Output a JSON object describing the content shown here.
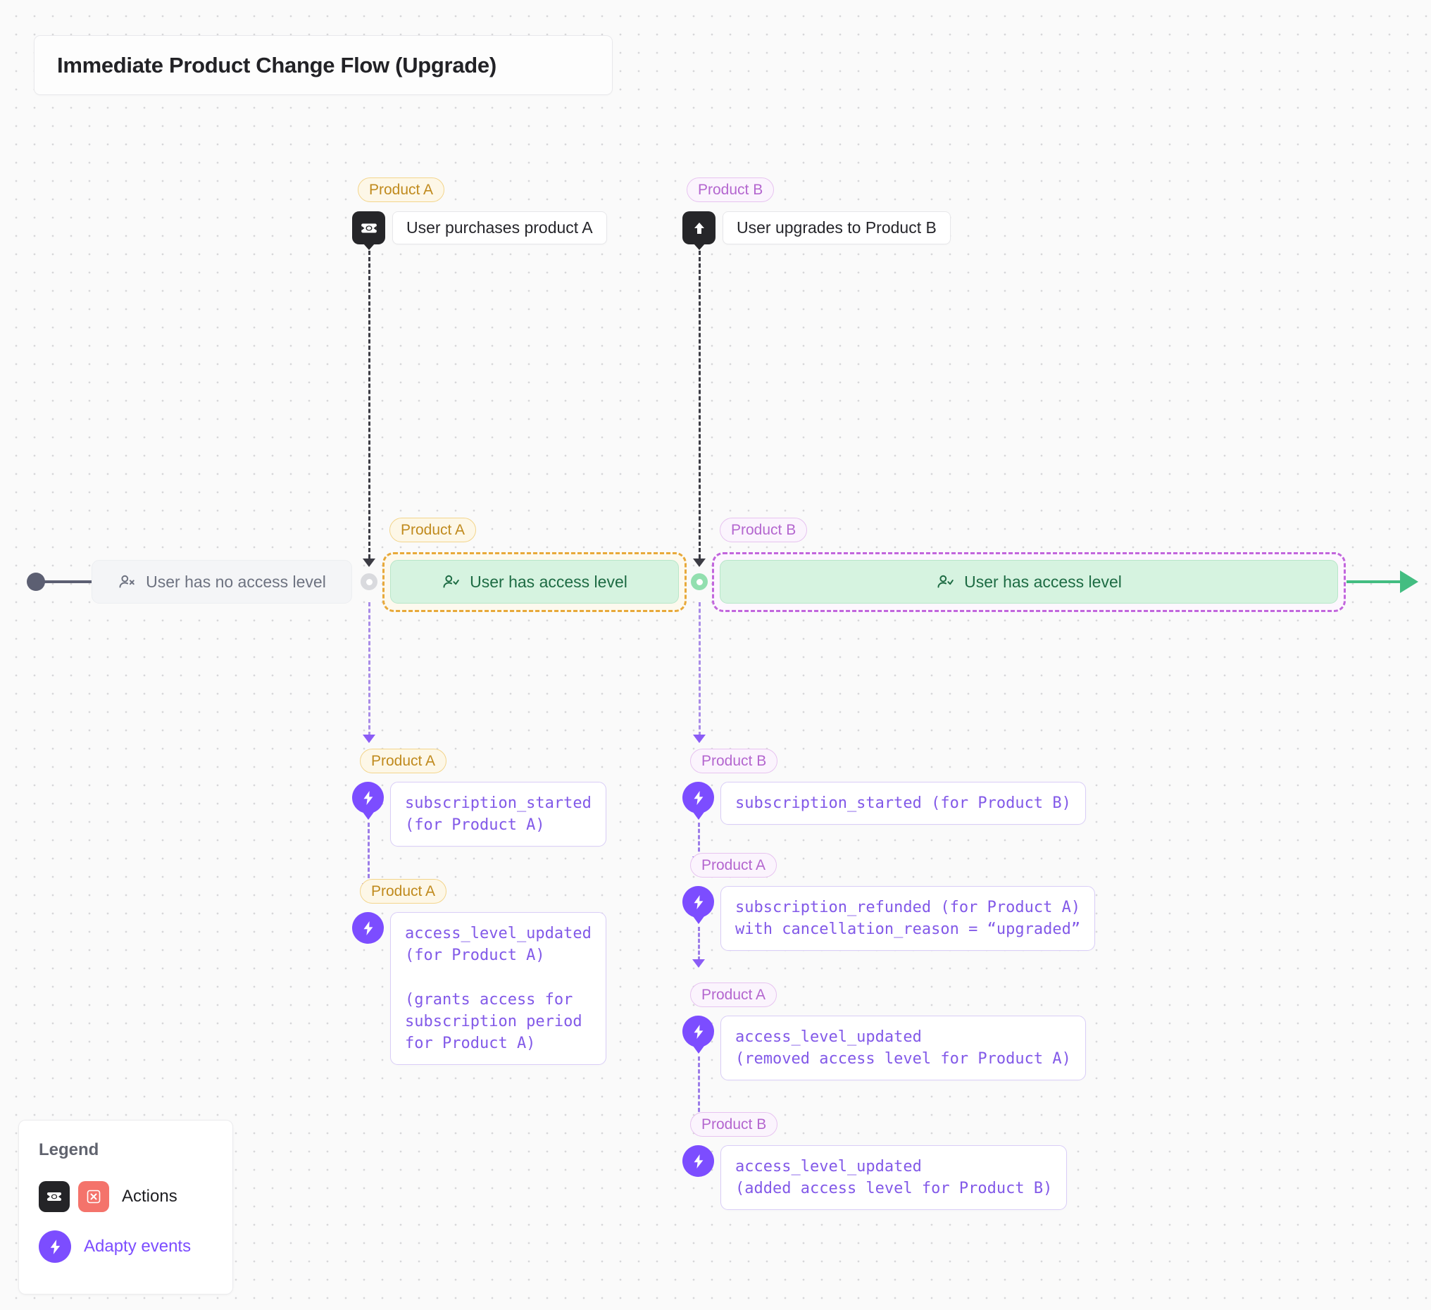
{
  "title": "Immediate Product Change Flow (Upgrade)",
  "products": {
    "a_label": "Product A",
    "b_label": "Product B",
    "a_color": "#c08a1d",
    "b_color": "#b466cf"
  },
  "actions": [
    {
      "id": "purchase-a",
      "pill": "Product A",
      "label": "User purchases product A",
      "icon": "card-action-icon"
    },
    {
      "id": "upgrade-b",
      "pill": "Product B",
      "label": "User upgrades to Product B",
      "icon": "upgrade-arrow-icon"
    }
  ],
  "states": [
    {
      "id": "no-access",
      "label": "User has no access level",
      "icon": "user-no-access-icon",
      "pill": null
    },
    {
      "id": "access-a",
      "label": "User has access level",
      "icon": "user-has-access-icon",
      "pill": "Product A"
    },
    {
      "id": "access-b",
      "label": "User has access level",
      "icon": "user-has-access-icon",
      "pill": "Product B"
    }
  ],
  "events_left": [
    {
      "pill": "Product A",
      "text": "subscription_started\n(for Product A)"
    },
    {
      "pill": "Product A",
      "text": "access_level_updated\n(for Product A)\n\n(grants access for\nsubscription period\nfor Product A)"
    }
  ],
  "events_right": [
    {
      "pill": "Product B",
      "text": "subscription_started (for Product B)"
    },
    {
      "pill": "Product A",
      "text": "subscription_refunded (for Product A)\nwith cancellation_reason = “upgraded”"
    },
    {
      "pill": "Product A",
      "text": "access_level_updated\n(removed access level for Product A)"
    },
    {
      "pill": "Product B",
      "text": "access_level_updated\n(added access level for Product B)"
    }
  ],
  "legend": {
    "title": "Legend",
    "actions_label": "Actions",
    "events_label": "Adapty events",
    "action_icon_1": "card-action-icon",
    "action_icon_2": "cancel-action-icon",
    "event_icon": "adapty-bolt-icon",
    "event_color": "#7c4dff"
  }
}
